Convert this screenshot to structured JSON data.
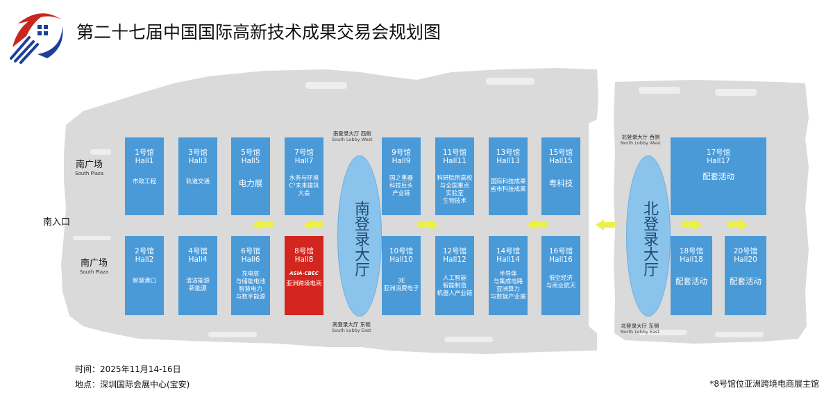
{
  "title": "第二十七届中国国际高新技术成果交易会规划图",
  "colors": {
    "hall": "#4a9ad8",
    "highlight_hall": "#d2261e",
    "lobby": "#8ac3ec",
    "arrow": "#ecf04a",
    "map_grey": "#dadada"
  },
  "halls": {
    "h1": {
      "num": "1号馆",
      "en": "Hall1",
      "theme": "市政工程"
    },
    "h3": {
      "num": "3号馆",
      "en": "Hall3",
      "theme": "轨道交通"
    },
    "h5": {
      "num": "5号馆",
      "en": "Hall5",
      "theme": "电力展"
    },
    "h7": {
      "num": "7号馆",
      "en": "Hall7",
      "theme": "水务与环境\nC²未来建筑\n大会"
    },
    "h9": {
      "num": "9号馆",
      "en": "Hall9",
      "theme": "国之重器\n科技巨头\n产业链"
    },
    "h11": {
      "num": "11号馆",
      "en": "Hall11",
      "theme": "科研院所高校\n与全国重点\n实验室\n生物技术"
    },
    "h13": {
      "num": "13号馆",
      "en": "Hall13",
      "theme": "国际科技成果\n省市科技成果"
    },
    "h15": {
      "num": "15号馆",
      "en": "Hall15",
      "theme": "粤科技"
    },
    "h17": {
      "num": "17号馆",
      "en": "Hall17",
      "theme": "配套活动"
    },
    "h2": {
      "num": "2号馆",
      "en": "Hall2",
      "theme": "智慧港口"
    },
    "h4": {
      "num": "4号馆",
      "en": "Hall4",
      "theme": "清洁能源\n新能源"
    },
    "h6": {
      "num": "6号馆",
      "en": "Hall6",
      "theme": "充电桩\n与储能电池\n智慧电力\n与数字能源"
    },
    "h8": {
      "num": "8号馆",
      "en": "Hall8",
      "logo": "ASIA-CBEC",
      "theme": "亚洲跨境电商"
    },
    "h10": {
      "num": "10号馆",
      "en": "Hall10",
      "theme": "3E\n亚洲消费电子"
    },
    "h12": {
      "num": "12号馆",
      "en": "Hall12",
      "theme": "人工智能\n智能制造\n机器人产业链"
    },
    "h14": {
      "num": "14号馆",
      "en": "Hall14",
      "theme": "半导体\n与集成电路\n亚洲算力\n与数据产业展"
    },
    "h16": {
      "num": "16号馆",
      "en": "Hall16",
      "theme": "低空经济\n与商业航天"
    },
    "h18": {
      "num": "18号馆",
      "en": "Hall18",
      "theme": "配套活动"
    },
    "h20": {
      "num": "20号馆",
      "en": "Hall20",
      "theme": "配套活动"
    }
  },
  "lobbies": {
    "south": "南登录大厅",
    "north": "北登录大厅"
  },
  "lobby_labels": {
    "south_west": {
      "cn": "南登录大厅 西侧",
      "en": "South Lobby West"
    },
    "south_east": {
      "cn": "南登录大厅 东侧",
      "en": "South Lobby East"
    },
    "north_west": {
      "cn": "北登录大厅 西侧",
      "en": "North Lobby West"
    },
    "north_east": {
      "cn": "北登录大厅 东侧",
      "en": "North Lobby East"
    }
  },
  "plazas": {
    "upper": {
      "cn": "南广场",
      "en": "South Plaza"
    },
    "lower": {
      "cn": "南广场",
      "en": "South Plaza"
    }
  },
  "entrance": "南入口",
  "info": {
    "time": "时间：2025年11月14-16日",
    "place": "地点：深圳国际会展中心(宝安)"
  },
  "footnote": "*8号馆位亚洲跨境电商展主馆",
  "icons": {
    "logo": "hitech-fair-logo",
    "arrow": "direction-arrow"
  }
}
